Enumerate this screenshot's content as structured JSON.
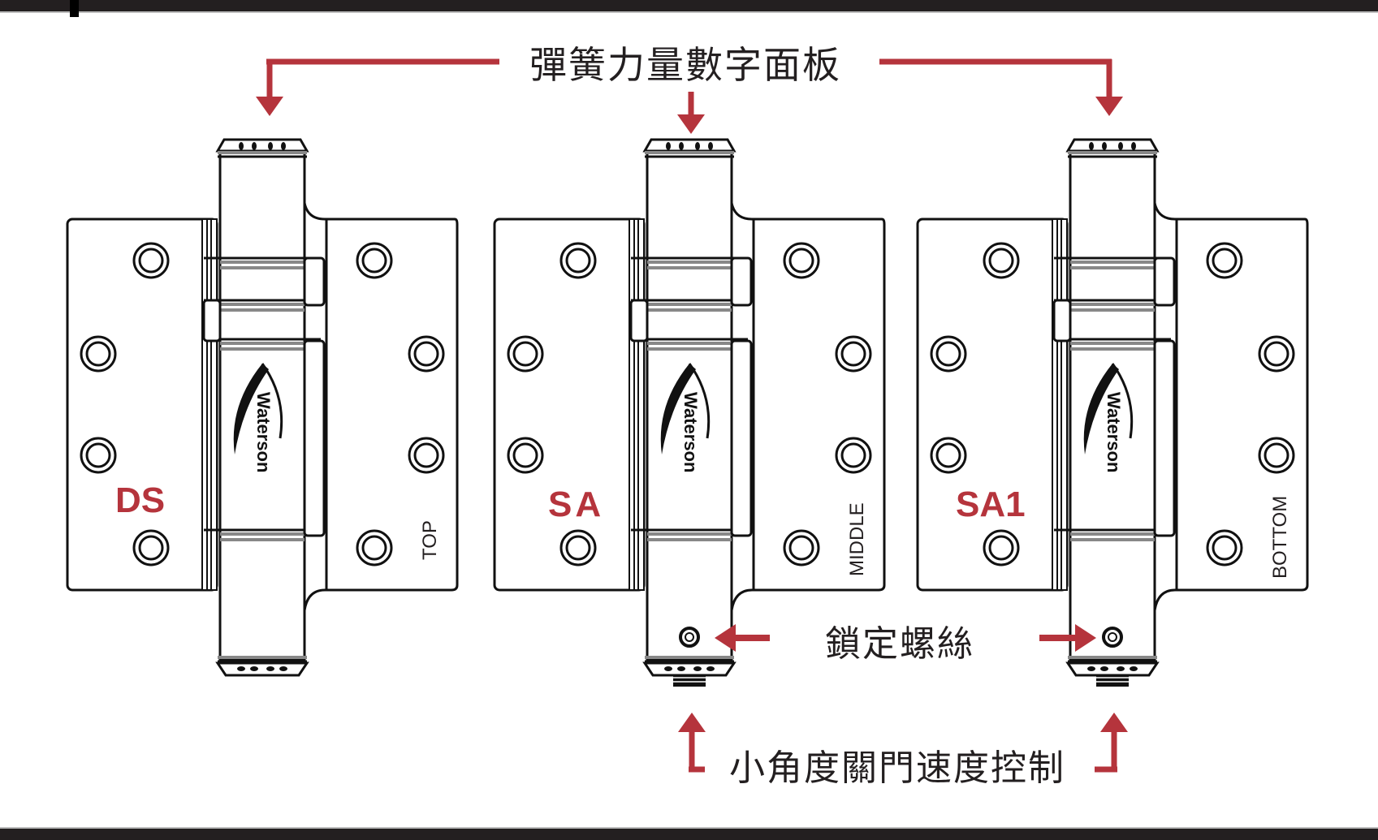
{
  "diagram": {
    "title": "彈簧力量數字面板",
    "lock_screw_label": "鎖定螺絲",
    "speed_control_label": "小角度關門速度控制",
    "accent_color": "#b5343c",
    "line_color": "#111111",
    "brand": "Waterson",
    "hinges": [
      {
        "model": "DS",
        "position": "TOP",
        "has_lock_screw": false
      },
      {
        "model": "SA",
        "position": "MIDDLE",
        "has_lock_screw": true
      },
      {
        "model": "SA1",
        "position": "BOTTOM",
        "has_lock_screw": true
      }
    ]
  }
}
